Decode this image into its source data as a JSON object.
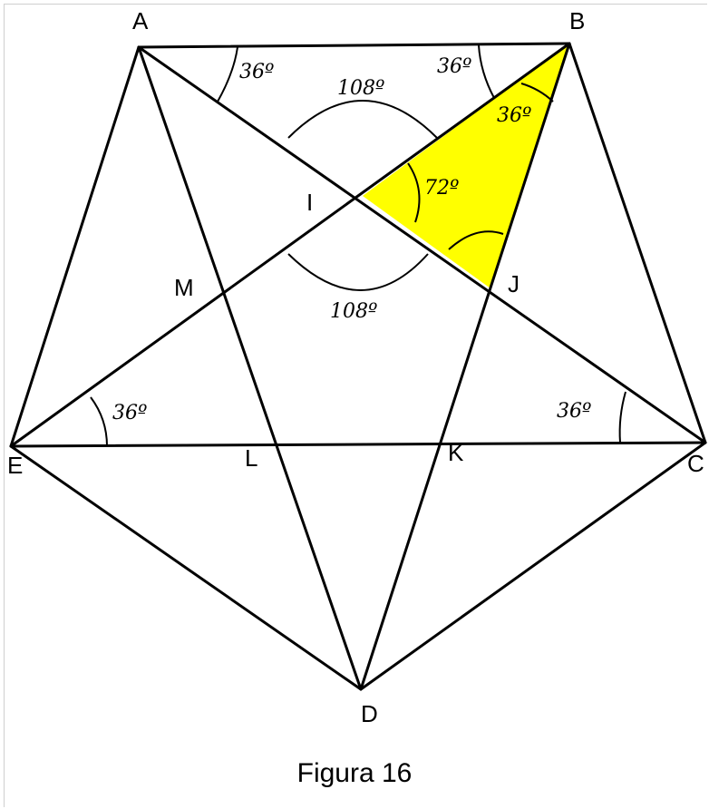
{
  "figure": {
    "caption": "Figura 16",
    "highlight_color": "#ffff00",
    "stroke_color": "#000000",
    "vertices": {
      "A": "A",
      "B": "B",
      "C": "C",
      "D": "D",
      "E": "E"
    },
    "inner_points": {
      "I": "I",
      "J": "J",
      "K": "K",
      "L": "L",
      "M": "M"
    },
    "angles": {
      "a_at_A": "36º",
      "a_at_B_top": "36º",
      "a_at_B_inner": "36º",
      "a_top_108": "108º",
      "a_at_I_72": "72º",
      "a_bottom_108": "108º",
      "a_at_E": "36º",
      "a_at_C": "36º"
    }
  }
}
